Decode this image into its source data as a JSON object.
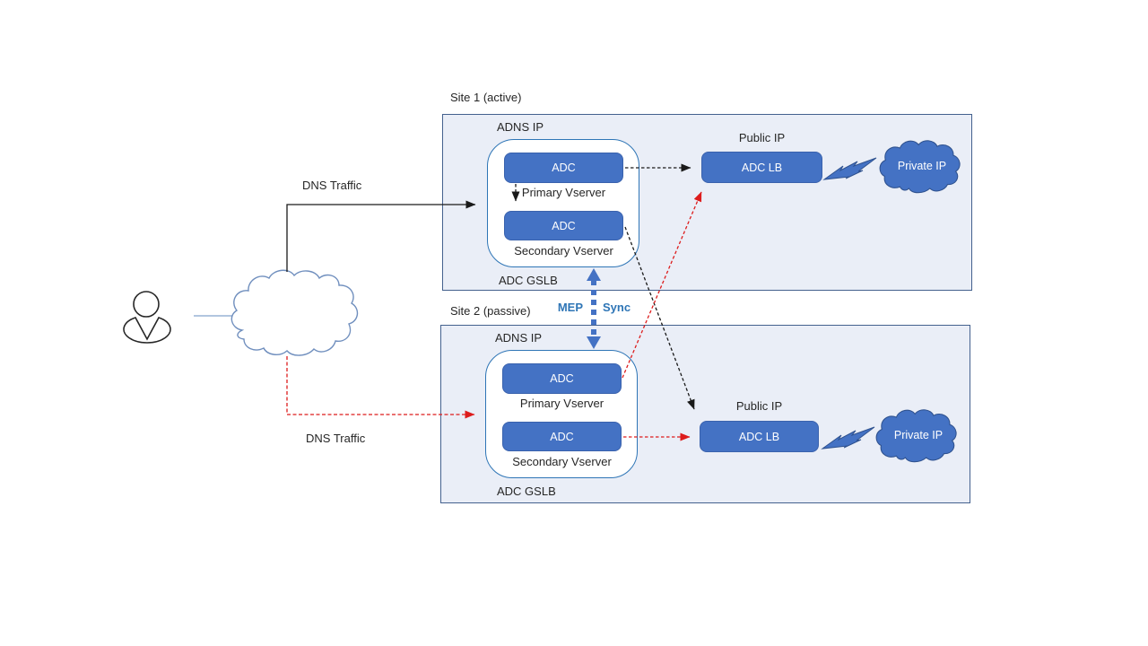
{
  "labels": {
    "dns_traffic_top": "DNS Traffic",
    "dns_traffic_bottom": "DNS Traffic",
    "mep": "MEP",
    "sync": "Sync"
  },
  "site1": {
    "title": "Site 1 (active)",
    "adns_ip": "ADNS IP",
    "primary_adc": "ADC",
    "primary_vserver": "Primary Vserver",
    "secondary_adc": "ADC",
    "secondary_vserver": "Secondary Vserver",
    "gslb": "ADC GSLB",
    "public_ip": "Public IP",
    "adc_lb": "ADC LB",
    "private_ip": "Private IP"
  },
  "site2": {
    "title": "Site 2 (passive)",
    "adns_ip": "ADNS IP",
    "primary_adc": "ADC",
    "primary_vserver": "Primary Vserver",
    "secondary_adc": "ADC",
    "secondary_vserver": "Secondary Vserver",
    "gslb": "ADC GSLB",
    "public_ip": "Public IP",
    "adc_lb": "ADC LB",
    "private_ip": "Private IP"
  },
  "colors": {
    "node_fill": "#4472c4",
    "node_border": "#3a62ad",
    "site_fill": "#eaeef7",
    "site_border": "#44618e",
    "gslb_border": "#2e75b6",
    "arrow_black": "#1a1a1a",
    "arrow_red": "#dd1c1c",
    "mep_sync_text": "#2e75b6",
    "mep_arrow": "#4472c4",
    "cloud_outline": "#708fbe"
  }
}
